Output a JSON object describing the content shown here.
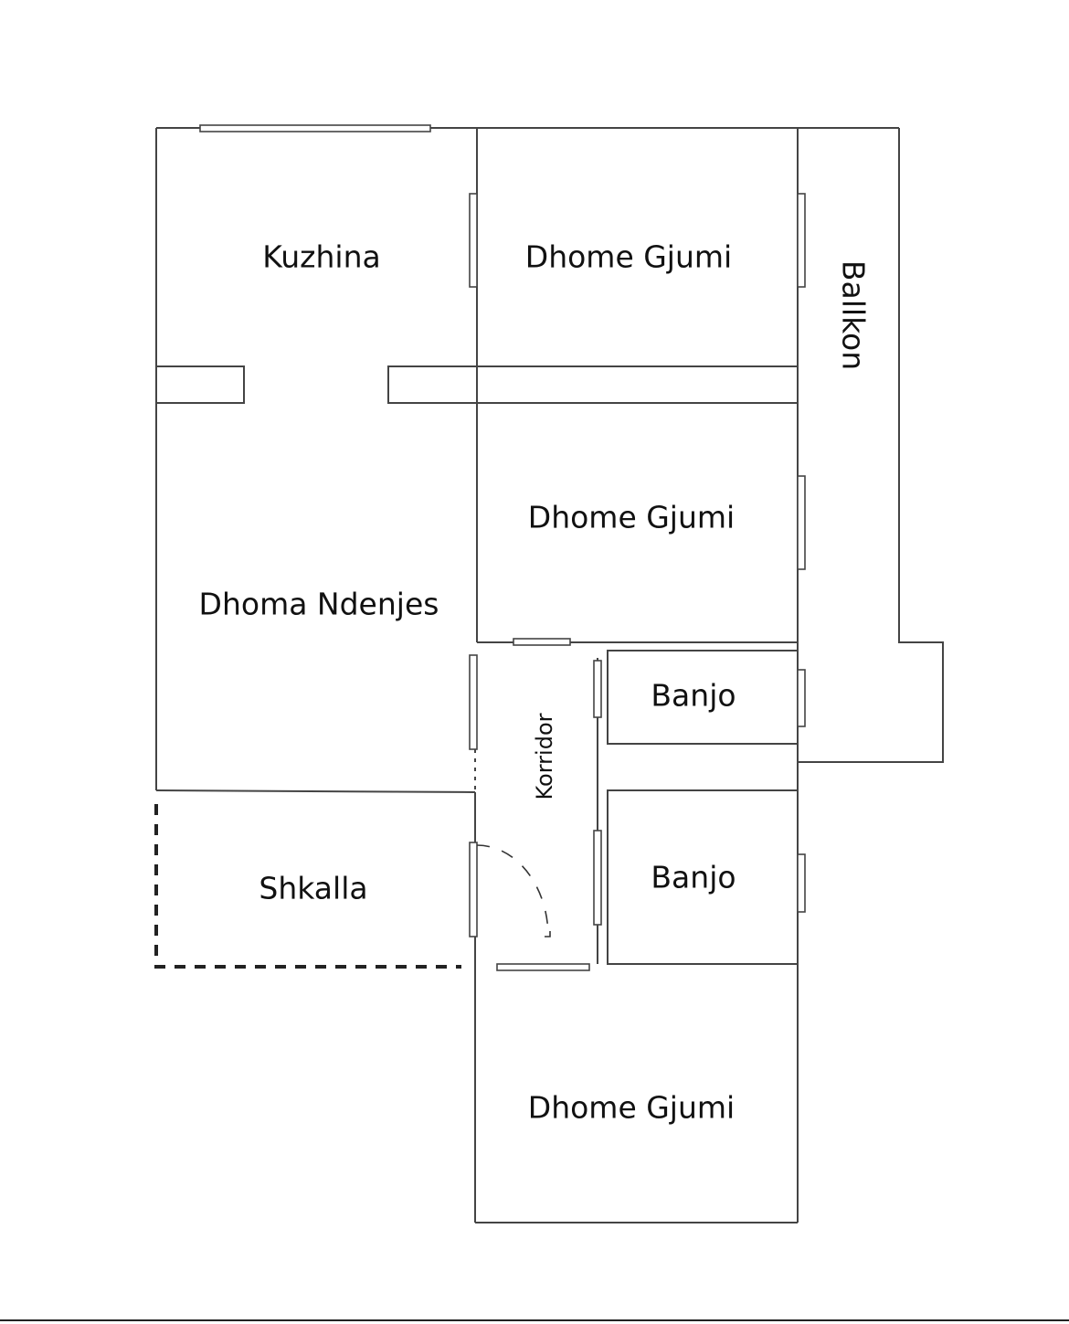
{
  "floor_plan": {
    "rooms": {
      "kitchen": "Kuzhina",
      "bedroom_1": "Dhome Gjumi",
      "bedroom_2": "Dhome Gjumi",
      "living_room": "Dhoma Ndenjes",
      "bathroom_1": "Banjo",
      "bathroom_2": "Banjo",
      "corridor": "Korridor",
      "stairs": "Shkalla",
      "bedroom_3": "Dhome Gjumi",
      "balcony": "Ballkon"
    }
  }
}
